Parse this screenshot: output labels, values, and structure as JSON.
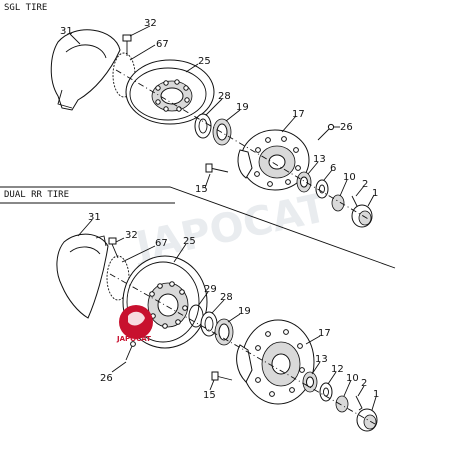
{
  "sections": {
    "top": "SGL TIRE",
    "bottom": "DUAL RR TIRE"
  },
  "watermark": "JAPOCAT",
  "logo_text": "JAPOCAT",
  "colors": {
    "logo": "#c8102e",
    "line": "#111111",
    "watermark": "#cfd6dc"
  },
  "callouts_top": [
    "32",
    "31",
    "67",
    "25",
    "28",
    "19",
    "17",
    "26",
    "13",
    "6",
    "10",
    "2",
    "1",
    "15"
  ],
  "callouts_bottom": [
    "31",
    "32",
    "67",
    "25",
    "29",
    "28",
    "19",
    "17",
    "13",
    "12",
    "10",
    "2",
    "1",
    "26",
    "15"
  ]
}
